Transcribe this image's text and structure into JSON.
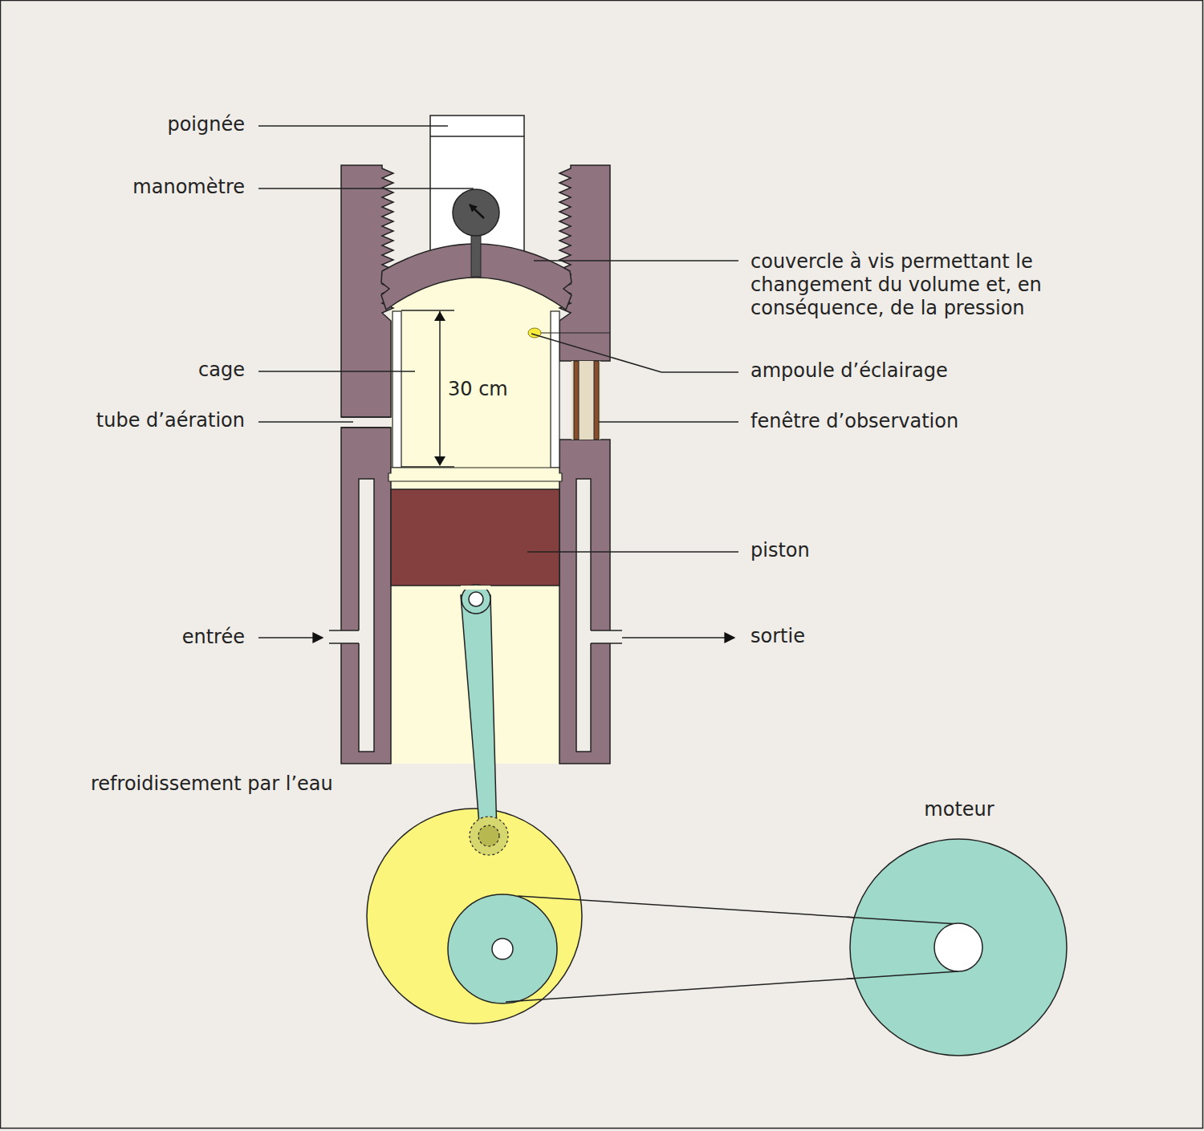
{
  "diagram": {
    "nodes": [
      {
        "text": [
          "moteur"
        ]
      }
    ],
    "labels": [
      "poignée",
      "manomètre",
      "couvercle à vis permettant le changement du volume et, en conséquence, de la pression",
      "cage",
      "30 cm",
      "ampoule d’éclairage",
      "tube d’aération",
      "fenêtre d’observation",
      "piston",
      "entrée",
      "sortie",
      "refroidissement par l’eau"
    ]
  }
}
